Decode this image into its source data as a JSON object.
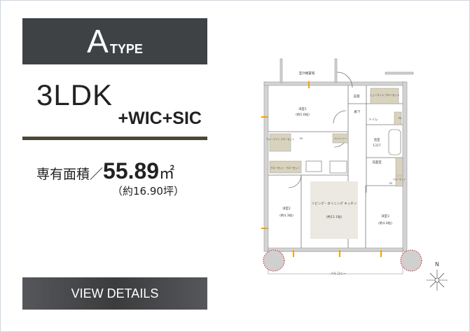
{
  "header": {
    "letter": "A",
    "type": "TYPE"
  },
  "layout": {
    "name": "3LDK",
    "extra": "+WIC+SIC"
  },
  "area": {
    "label": "専有面積／",
    "value": "55.89",
    "unit": "㎡",
    "tsubo": "（約16.90坪）"
  },
  "button": {
    "label": "VIEW DETAILS"
  },
  "floorplan": {
    "rooms": {
      "outdoor_unit": "室外機置場",
      "entrance": "玄関",
      "shoe_closet": "シューズイン クローゼット",
      "hall": "廊下",
      "toilet": "トイレ",
      "ps1": "PS",
      "ps2": "PS",
      "ps3": "PS",
      "western1": "洋室1",
      "western1_size": "(約5.6帖)",
      "wic": "ウォークイン クローゼット",
      "pantry": "パントリー",
      "bath": "浴室",
      "bath_size": "1317",
      "washroom": "洗面室",
      "closet_a": "クローゼット",
      "closet_b": "クローゼット",
      "closet_c": "クローゼット",
      "ldk": "リビング・ダイニング キッチン",
      "ldk_size": "(約11.1帖)",
      "western2": "洋室2",
      "western2_size": "(約4.3帖)",
      "western3": "洋室3",
      "western3_size": "(約4.0帖)",
      "balcony": "バルコニー",
      "compass": "N"
    },
    "colors": {
      "storage": "#d9d2bd",
      "ldk": "#ece9e2",
      "wall": "#d3d3d3",
      "column": "#d0d0d0",
      "column_border": "#d9252c"
    }
  }
}
